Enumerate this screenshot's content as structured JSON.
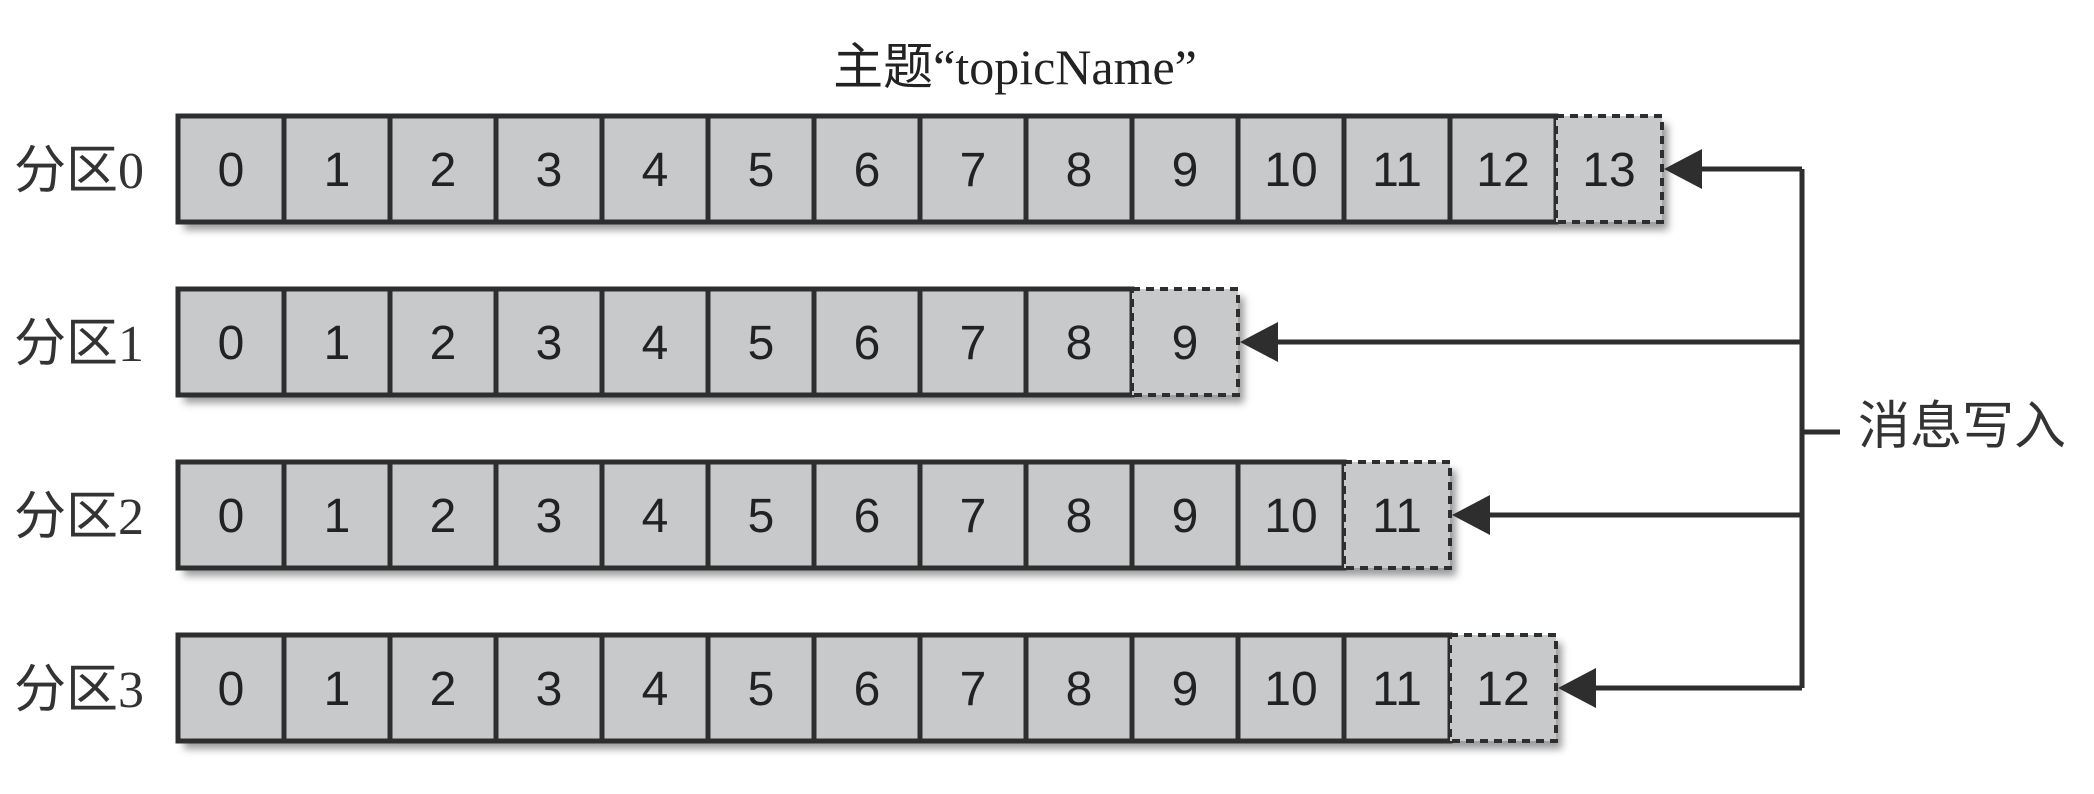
{
  "title": "主题“topicName”",
  "write_label": "消息写入",
  "colors": {
    "cell_fill": "#c8c9cb",
    "cell_border": "#2e2e2e",
    "shadow": "#8a8a8a",
    "arrow": "#2e2e2e"
  },
  "partitions": [
    {
      "label": "分区0",
      "cells": [
        "0",
        "1",
        "2",
        "3",
        "4",
        "5",
        "6",
        "7",
        "8",
        "9",
        "10",
        "11",
        "12"
      ],
      "pending": "13"
    },
    {
      "label": "分区1",
      "cells": [
        "0",
        "1",
        "2",
        "3",
        "4",
        "5",
        "6",
        "7",
        "8"
      ],
      "pending": "9"
    },
    {
      "label": "分区2",
      "cells": [
        "0",
        "1",
        "2",
        "3",
        "4",
        "5",
        "6",
        "7",
        "8",
        "9",
        "10"
      ],
      "pending": "11"
    },
    {
      "label": "分区3",
      "cells": [
        "0",
        "1",
        "2",
        "3",
        "4",
        "5",
        "6",
        "7",
        "8",
        "9",
        "10",
        "11"
      ],
      "pending": "12"
    }
  ]
}
